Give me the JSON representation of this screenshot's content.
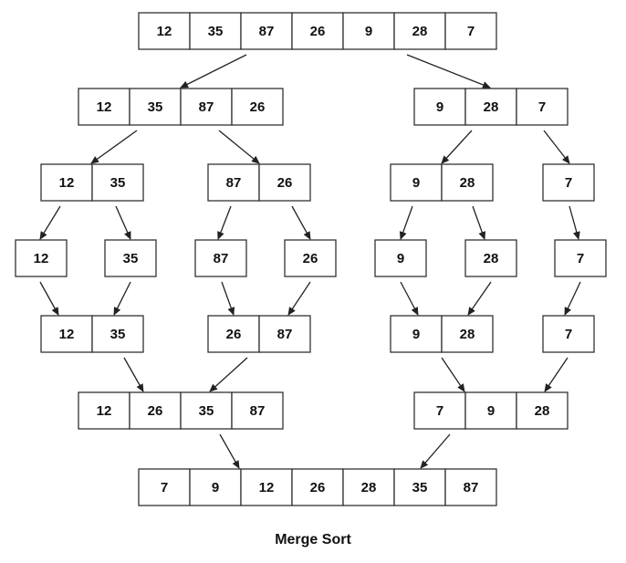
{
  "caption": "Merge Sort",
  "arrays": [
    {
      "id": "a0",
      "values": [
        "12",
        "35",
        "87",
        "26",
        "9",
        "28",
        "7"
      ]
    },
    {
      "id": "a1L",
      "values": [
        "12",
        "35",
        "87",
        "26"
      ]
    },
    {
      "id": "a1R",
      "values": [
        "9",
        "28",
        "7"
      ]
    },
    {
      "id": "a2LL",
      "values": [
        "12",
        "35"
      ]
    },
    {
      "id": "a2LR",
      "values": [
        "87",
        "26"
      ]
    },
    {
      "id": "a2RL",
      "values": [
        "9",
        "28"
      ]
    },
    {
      "id": "a2RR",
      "values": [
        "7"
      ]
    },
    {
      "id": "a3a",
      "values": [
        "12"
      ]
    },
    {
      "id": "a3b",
      "values": [
        "35"
      ]
    },
    {
      "id": "a3c",
      "values": [
        "87"
      ]
    },
    {
      "id": "a3d",
      "values": [
        "26"
      ]
    },
    {
      "id": "a3e",
      "values": [
        "9"
      ]
    },
    {
      "id": "a3f",
      "values": [
        "28"
      ]
    },
    {
      "id": "a3g",
      "values": [
        "7"
      ]
    },
    {
      "id": "m1a",
      "values": [
        "12",
        "35"
      ]
    },
    {
      "id": "m1b",
      "values": [
        "26",
        "87"
      ]
    },
    {
      "id": "m1c",
      "values": [
        "9",
        "28"
      ]
    },
    {
      "id": "m1d",
      "values": [
        "7"
      ]
    },
    {
      "id": "m2L",
      "values": [
        "12",
        "26",
        "35",
        "87"
      ]
    },
    {
      "id": "m2R",
      "values": [
        "7",
        "9",
        "28"
      ]
    },
    {
      "id": "result",
      "values": [
        "7",
        "9",
        "12",
        "26",
        "28",
        "35",
        "87"
      ]
    }
  ]
}
